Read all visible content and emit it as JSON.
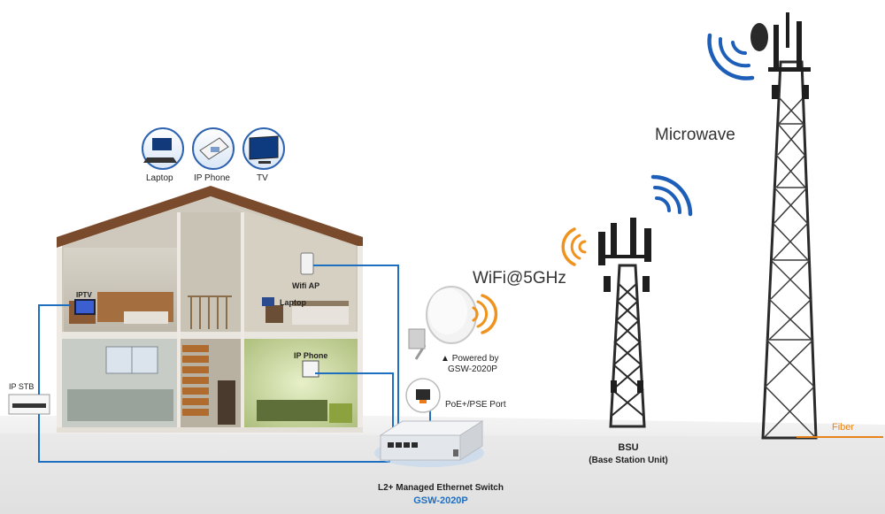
{
  "top_icons": [
    {
      "label": "Laptop",
      "icon": "laptop-icon"
    },
    {
      "label": "IP Phone",
      "icon": "ip-phone-icon"
    },
    {
      "label": "TV",
      "icon": "tv-icon"
    }
  ],
  "house": {
    "iptv": "IPTV",
    "wifi_ap": "Wifi AP",
    "laptop": "Laptop",
    "ip_phone": "IP Phone",
    "ip_stb": "IP STB"
  },
  "switch": {
    "title": "L2+ Managed Ethernet Switch",
    "model": "GSW-2020P",
    "poe_port": "PoE+/PSE Port"
  },
  "ap": {
    "powered_by": "Powered by",
    "powered_by_model": "GSW-2020P",
    "wifi": "WiFi@5GHz"
  },
  "bsu": {
    "name": "BSU",
    "full_name": "(Base Station Unit)"
  },
  "tower": {
    "microwave": "Microwave",
    "fiber": "Fiber"
  },
  "colors": {
    "cable_blue": "#1f6fc0",
    "wave_blue": "#1d5fb8",
    "wave_orange": "#f0921e",
    "fiber_orange": "#e8841c",
    "roof_brown": "#7a4a2c"
  }
}
